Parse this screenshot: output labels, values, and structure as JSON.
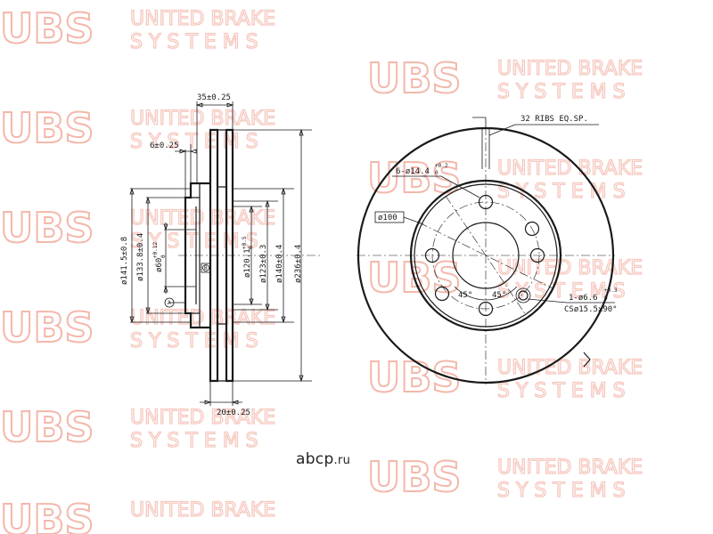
{
  "watermark": {
    "logo": "UBS",
    "line1": "UNITED BRAKE",
    "line2": "S Y S T E M S"
  },
  "side_view": {
    "dims": {
      "width_total": "35±0.25",
      "hub_thickness": "6±0.25",
      "disc_thickness": "20±0.25",
      "d141": "ø141.5±0.8",
      "d133": "ø133.8±0.4",
      "d60": "ø60",
      "d60_tol_upper": "+0.12",
      "d60_tol_lower": "0",
      "d120": "ø120.1",
      "d120_tol_upper": "+0.5",
      "d120_tol_lower": "0",
      "d123": "ø123±0.3",
      "d140": "ø140±0.4",
      "d236": "ø236±0.4",
      "datum_a": "A",
      "datum_b": "B"
    }
  },
  "front_view": {
    "ribs_note": "32 RIBS EQ.SP.",
    "holes_note": "6-ø14.4",
    "holes_tol_upper": "+0.2",
    "holes_tol_lower": "0",
    "pcd_label": "ø100",
    "angle_left": "45°",
    "angle_right": "45°",
    "small_hole_note": "1-ø6.6",
    "small_hole_tol_upper": "+0.3",
    "small_hole_tol_lower": "0",
    "countersink_note": "CSø15.5x90°"
  },
  "brand": {
    "name": "abcp",
    "tld": ".ru"
  }
}
